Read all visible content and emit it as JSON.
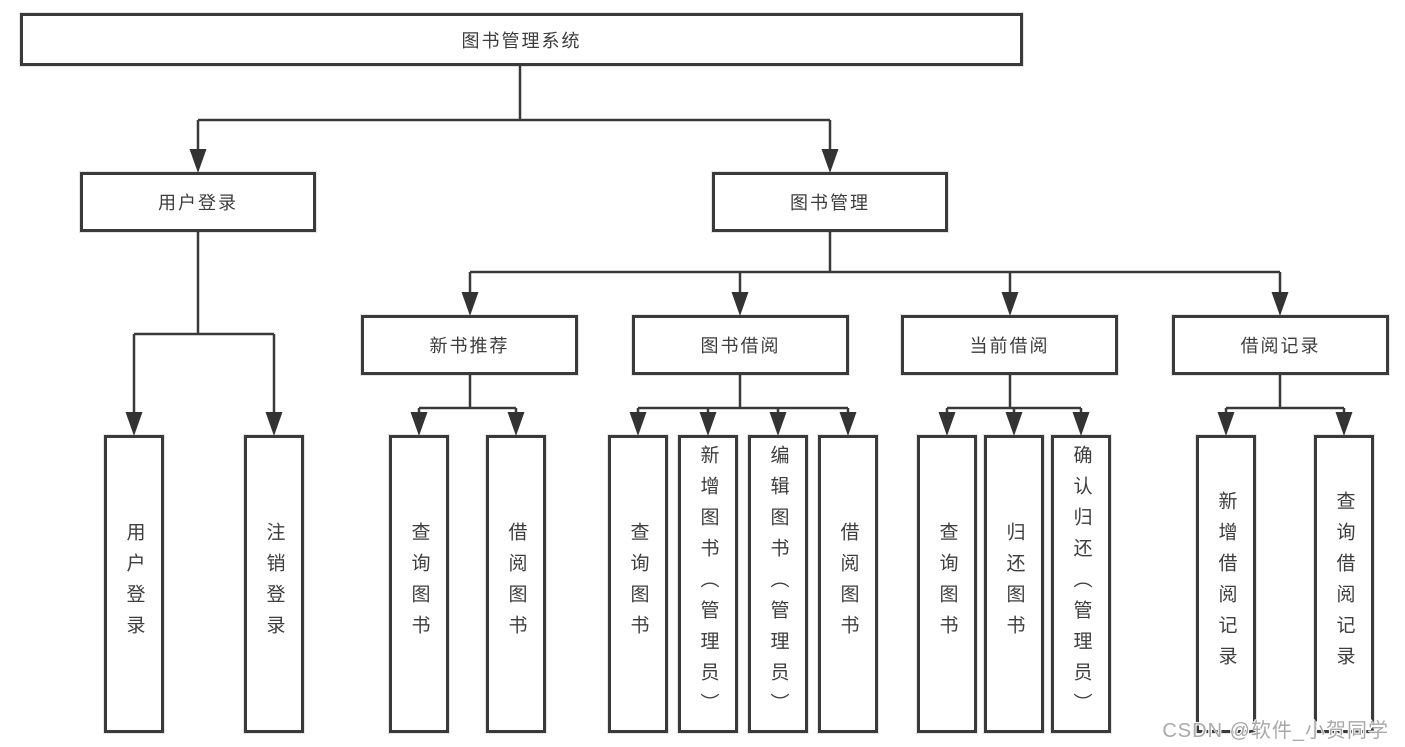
{
  "diagram": {
    "type": "tree",
    "root": {
      "label": "图书管理系统"
    },
    "branches": [
      {
        "label": "用户登录",
        "children": [
          {
            "label": "用户登录"
          },
          {
            "label": "注销登录"
          }
        ]
      },
      {
        "label": "图书管理",
        "children": [
          {
            "label": "新书推荐",
            "children": [
              {
                "label": "查询图书"
              },
              {
                "label": "借阅图书"
              }
            ]
          },
          {
            "label": "图书借阅",
            "children": [
              {
                "label": "查询图书"
              },
              {
                "label": "新增图书（管理员）"
              },
              {
                "label": "编辑图书（管理员）"
              },
              {
                "label": "借阅图书"
              }
            ]
          },
          {
            "label": "当前借阅",
            "children": [
              {
                "label": "查询图书"
              },
              {
                "label": "归还图书"
              },
              {
                "label": "确认归还（管理员）"
              }
            ]
          },
          {
            "label": "借阅记录",
            "children": [
              {
                "label": "新增借阅记录"
              },
              {
                "label": "查询借阅记录"
              }
            ]
          }
        ]
      }
    ]
  },
  "colors": {
    "box_border": "#3a3a3a",
    "line": "#3a3a3a",
    "text": "#3d3d3d",
    "background": "#ffffff",
    "watermark": "#a9a9a9"
  },
  "watermark": {
    "text": "CSDN @软件_小贺同学"
  }
}
